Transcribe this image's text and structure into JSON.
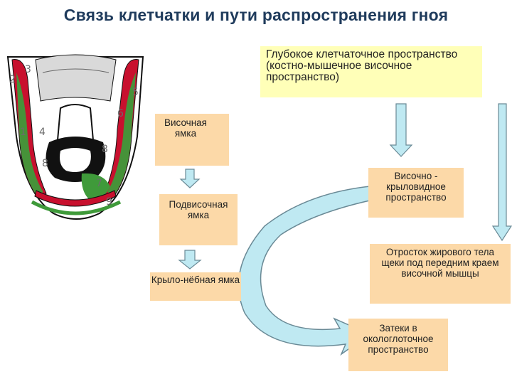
{
  "title": "Связь клетчатки и пути распространения  гноя",
  "boxes": {
    "deep_space": "Глубокое клетчаточное пространство (костно-мышечное височное пространство)",
    "temporal_fossa": "Височная ямка",
    "infratemporal_fossa": "Подвисочная ямка",
    "pterygopalatine_fossa": "Крыло-нёбная ямка",
    "temporo_pterygoid_space": "Височно - крыловидное пространство",
    "buccal_fat_process": "Отросток  жирового тела  щеки под передним краем височной мышцы",
    "parapharyngeal_leaks": "Затеки в окологлоточное пространство"
  },
  "figure_labels": [
    "1",
    "2",
    "3",
    "4",
    "5",
    "6",
    "7",
    "8",
    "8",
    "9"
  ],
  "colors": {
    "title": "#1f3b5c",
    "box_fill": "#fcd9a8",
    "highlight_fill": "#ffffb8",
    "arrow_fill": "#bfe9f2",
    "arrow_stroke": "#6a8a96",
    "muscle_red": "#c8102e",
    "fat_green": "#3f9a3a"
  },
  "icons": {
    "down_arrow": "arrow-down-icon",
    "curved_arrow": "curved-arrow-icon"
  }
}
